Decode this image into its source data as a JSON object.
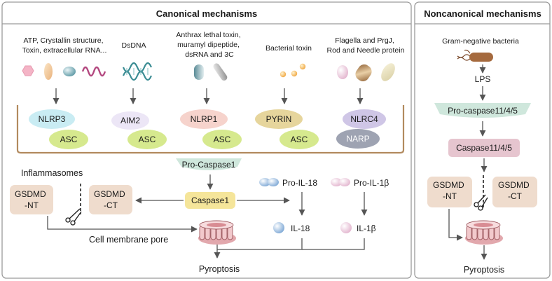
{
  "headers": {
    "canonical": "Canonical mechanisms",
    "noncanonical": "Noncanonical mechanisms"
  },
  "canonical": {
    "triggers": {
      "nlrp3": [
        "ATP, Crystallin structure,",
        "Toxin, extracellular RNA..."
      ],
      "aim2": "DsDNA",
      "nlrp1": [
        "Anthrax lethal toxin,",
        "muramyl dipeptide,",
        "dsRNA and 3C"
      ],
      "pyrin": "Bacterial toxin",
      "nlrc4": [
        "Flagella and PrgJ,",
        "Rod and Needle protein"
      ]
    },
    "sensors": {
      "nlrp3": "NLRP3",
      "aim2": "AIM2",
      "nlrp1": "NLRP1",
      "pyrin": "PYRIN",
      "nlrc4": "NLRC4"
    },
    "adaptors": {
      "asc": "ASC",
      "narp": "NARP"
    },
    "inflammasomes_label": "Inflammasomes",
    "pro_caspase1": "Pro-Caspase1",
    "caspase1": "Caspase1",
    "gsdmd_nt": [
      "GSDMD",
      "-NT"
    ],
    "gsdmd_ct": [
      "GSDMD",
      "-CT"
    ],
    "pro_il18": "Pro-IL-18",
    "pro_il1b": "Pro-IL-1β",
    "il18": "IL-18",
    "il1b": "IL-1β",
    "pore_label": "Cell membrane pore",
    "outcome": "Pyroptosis"
  },
  "noncanonical": {
    "trigger": "Gram-negative bacteria",
    "lps": "LPS",
    "pro_caspase": "Pro-caspase11/4/5",
    "caspase": "Caspase11/4/5",
    "gsdmd_nt": [
      "GSDMD",
      "-NT"
    ],
    "gsdmd_ct": [
      "GSDMD",
      "-CT"
    ],
    "outcome": "Pyroptosis"
  },
  "colors": {
    "border": "#9a9a9a",
    "bracket": "#b28a5e",
    "arrow": "#555555",
    "nlrp3": "#c9ecf3",
    "aim2": "#ece6f6",
    "nlrp1": "#f6d3cc",
    "pyrin": "#e6d59c",
    "nlrc4": "#cfc6e6",
    "asc": "#d6e98e",
    "narp": "#9ea3b2",
    "pro_caspase": "#cfe7dc",
    "caspase1": "#f5e59a",
    "caspase11": "#e6c5cf",
    "gsdmd": "#efdccd",
    "pore": "#f2c9cc"
  }
}
